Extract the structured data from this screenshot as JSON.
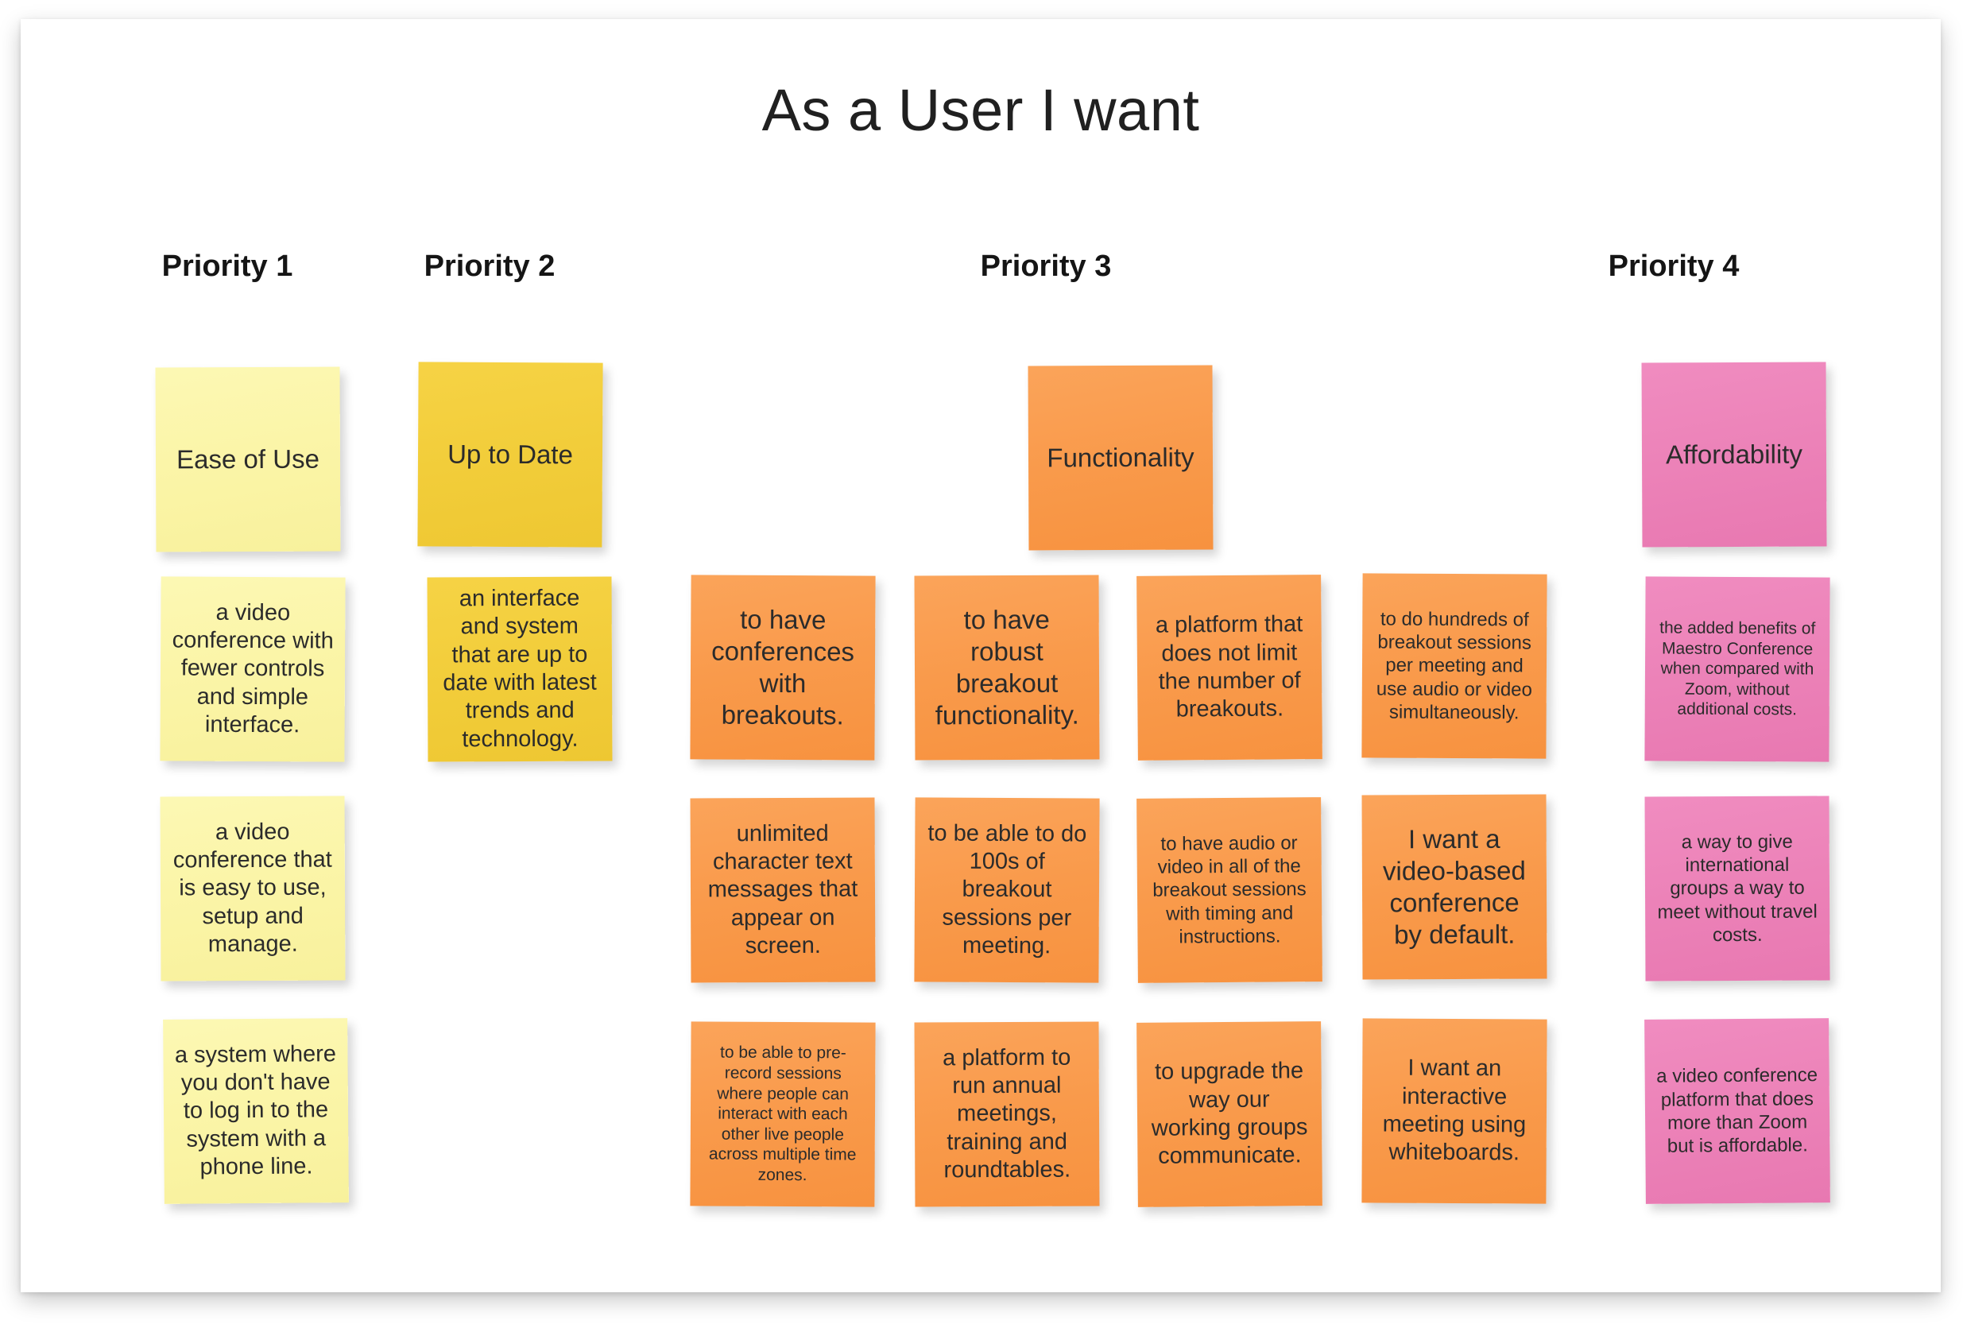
{
  "board": {
    "title": "As a User I want",
    "background_color": "#ffffff"
  },
  "colors": {
    "pale_yellow": "#FBF5A8",
    "gold": "#F2CD3A",
    "orange": "#F99A4B",
    "pink": "#EC82B8",
    "text": "#2B2B2B",
    "heading": "#151515"
  },
  "columns": [
    {
      "header": "Priority 1",
      "color": "pale_yellow",
      "theme_note": "Ease of Use",
      "notes": [
        "a video conference with fewer controls and simple interface.",
        "a video conference that is easy to use, setup and manage.",
        "a system where you don't have to log in to the system with a phone line."
      ]
    },
    {
      "header": "Priority 2",
      "color": "gold",
      "theme_note": "Up to Date",
      "notes": [
        "an interface and system that are up to date with latest trends and technology."
      ]
    },
    {
      "header": "Priority 3",
      "color": "orange",
      "theme_note": "Functionality",
      "notes": [
        "to have conferences with breakouts.",
        "to have robust breakout functionality.",
        "a platform that does not limit the number of breakouts.",
        "to do hundreds of breakout sessions per meeting and use audio or video simultaneously.",
        "unlimited character text messages that appear on screen.",
        "to be able to do 100s of breakout sessions per meeting.",
        "to have audio or video in all of the breakout sessions with timing and instructions.",
        "I want a video-based conference by default.",
        "to be able to pre-record sessions where people can interact with each other live people across multiple time zones.",
        "a platform to run annual meetings, training and roundtables.",
        "to upgrade the way our working groups communicate.",
        "I want an interactive meeting using whiteboards."
      ]
    },
    {
      "header": "Priority 4",
      "color": "pink",
      "theme_note": "Affordability",
      "notes": [
        "the added benefits of Maestro Conference when compared with Zoom, without additional costs.",
        "a way to give international groups a way to meet without travel costs.",
        "a video conference platform that does more than Zoom but is affordable."
      ]
    }
  ]
}
